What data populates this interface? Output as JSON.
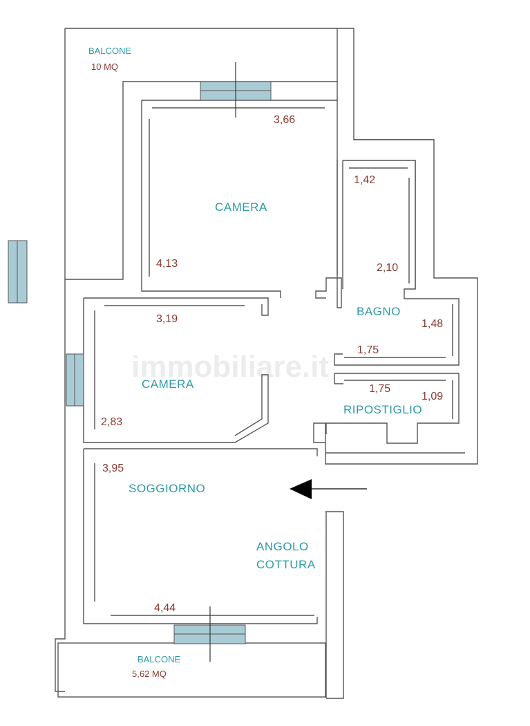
{
  "colors": {
    "room_label": "#2e9aa8",
    "dimension": "#8a3a32",
    "window_fill": "#a9cbd5",
    "wall": "#555555",
    "arrow": "#000000"
  },
  "rooms": {
    "balcone_top": {
      "label": "BALCONE",
      "area": "10 MQ"
    },
    "camera_top": {
      "label": "CAMERA"
    },
    "bagno": {
      "label": "BAGNO"
    },
    "camera_left": {
      "label": "CAMERA"
    },
    "ripostiglio": {
      "label": "RIPOSTIGLIO"
    },
    "soggiorno": {
      "label": "SOGGIORNO"
    },
    "angolo_cottura": {
      "line1": "ANGOLO",
      "line2": "COTTURA"
    },
    "balcone_bottom": {
      "label": "BALCONE",
      "area": "5,62 MQ"
    }
  },
  "dimensions": {
    "camera_top_width": "3,66",
    "camera_top_depth": "4,13",
    "bagno_width": "1,42",
    "bagno_depth": "2,10",
    "bagno_side": "1,48",
    "corridor_width_1": "1,75",
    "corridor_width_2": "1,75",
    "ripostiglio_side": "1,09",
    "camera_left_width": "3,19",
    "camera_left_depth": "2,83",
    "soggiorno_depth": "3,95",
    "soggiorno_width": "4,44"
  },
  "entrance": {
    "icon": "arrow-left-icon"
  }
}
